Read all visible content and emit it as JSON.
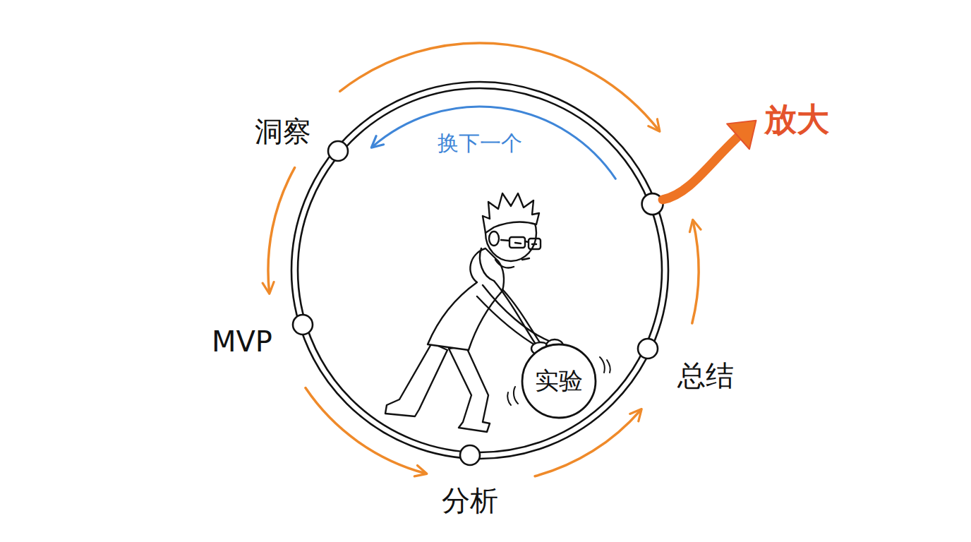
{
  "diagram": {
    "nodes": [
      {
        "text": [
          "洞察"
        ]
      },
      {
        "text": [
          "MVP"
        ]
      },
      {
        "text": [
          "分析"
        ]
      },
      {
        "text": [
          "总结"
        ]
      },
      {
        "text": [
          "放大"
        ]
      },
      {
        "text": [
          "实验"
        ]
      }
    ],
    "edges": [
      {
        "from": 0,
        "to": 1,
        "arrow": "to"
      },
      {
        "from": 1,
        "to": 2,
        "arrow": "to"
      },
      {
        "from": 2,
        "to": 3,
        "arrow": "to"
      },
      {
        "from": 3,
        "to": 4,
        "arrow": "to"
      },
      {
        "from": 3,
        "to": 0,
        "label": "换下一个",
        "arrow": "to"
      }
    ]
  }
}
